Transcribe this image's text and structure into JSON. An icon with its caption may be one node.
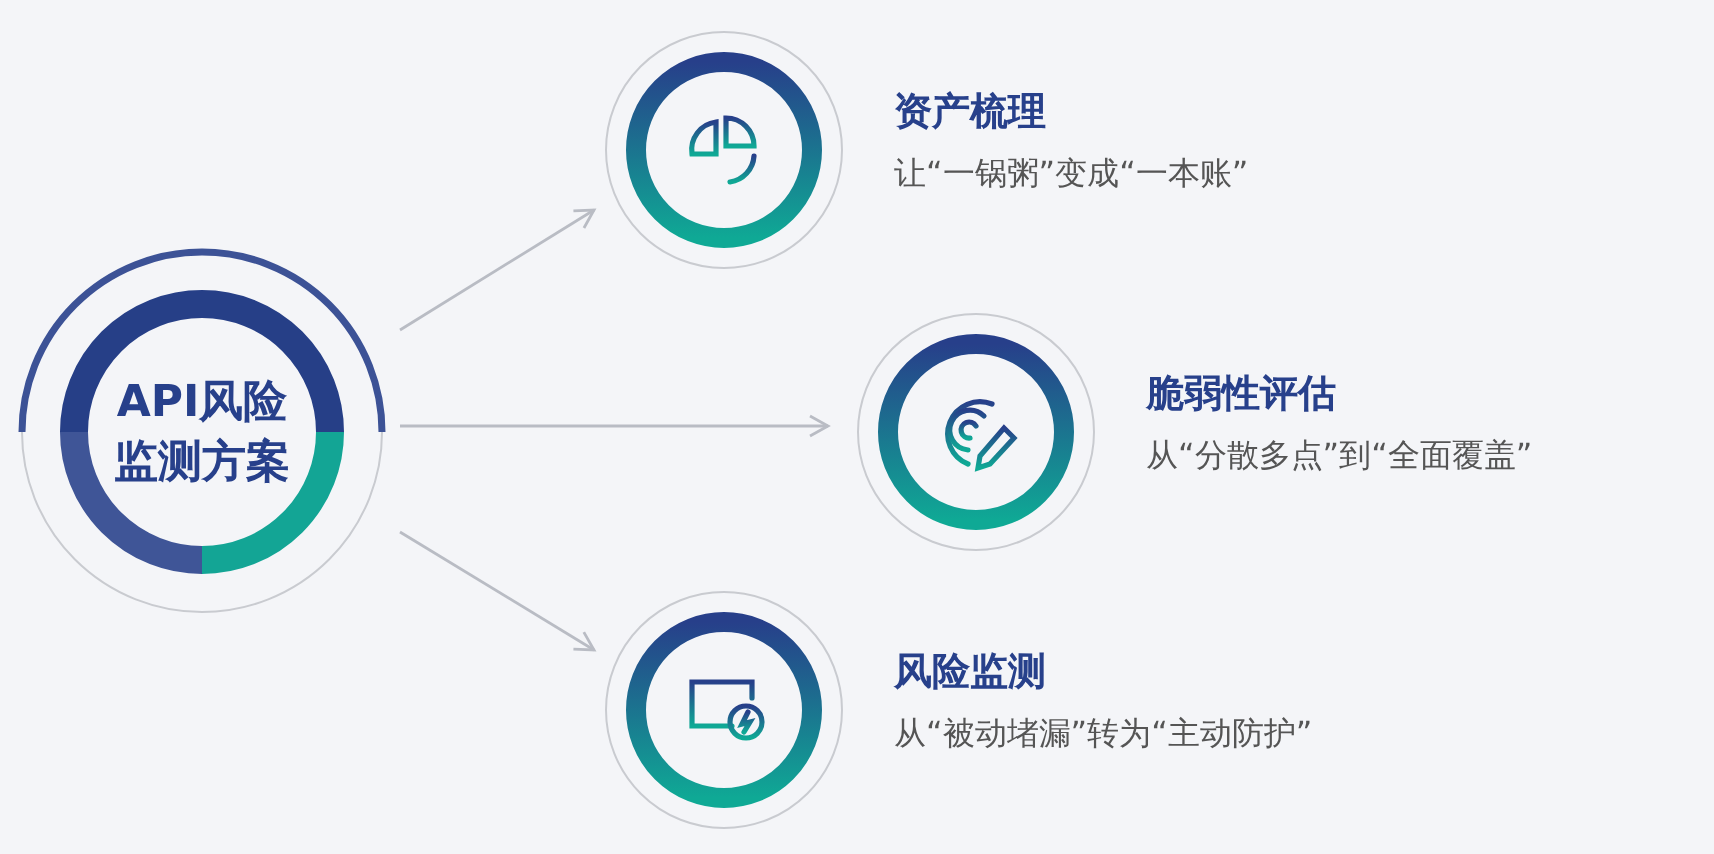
{
  "diagram": {
    "nodes": [
      {
        "text": [
          "API风险监测方案"
        ]
      },
      {
        "text": [
          "资产梳理",
          "让“一锅粥”变成“一本账”"
        ]
      },
      {
        "text": [
          "脆弱性评估",
          "从“分散多点”到“全面覆盖”"
        ]
      },
      {
        "text": [
          "风险监测",
          "从“被动堵漏”转为“主动防护”"
        ]
      }
    ],
    "edges": [
      {
        "from": 0,
        "to": 1,
        "arrow": "to"
      },
      {
        "from": 0,
        "to": 2,
        "arrow": "to"
      },
      {
        "from": 0,
        "to": 3,
        "arrow": "to"
      }
    ]
  }
}
